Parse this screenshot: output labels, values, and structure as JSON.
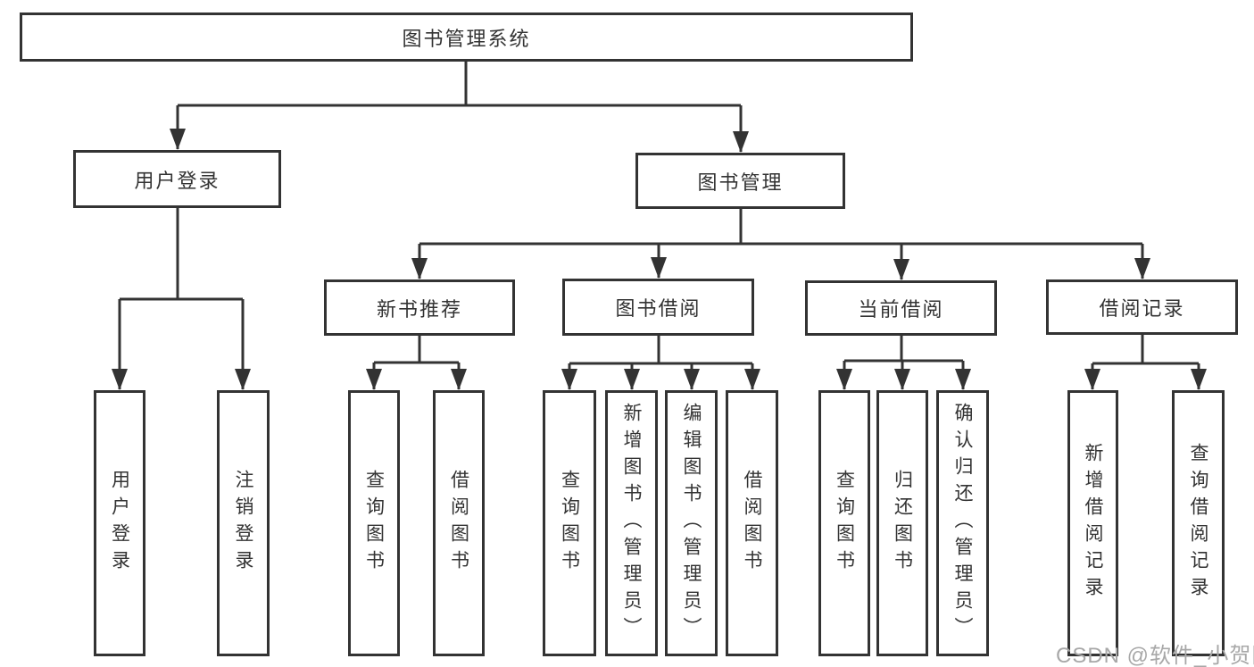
{
  "diagram": {
    "root": {
      "label": "图书管理系统"
    },
    "branches": [
      {
        "label": "用户登录",
        "children": [
          {
            "label": "用户登录"
          },
          {
            "label": "注销登录"
          }
        ]
      },
      {
        "label": "图书管理",
        "children": [
          {
            "label": "新书推荐",
            "children": [
              {
                "label": "查询图书"
              },
              {
                "label": "借阅图书"
              }
            ]
          },
          {
            "label": "图书借阅",
            "children": [
              {
                "label": "查询图书"
              },
              {
                "label": "新增图书（管理员）"
              },
              {
                "label": "编辑图书（管理员）"
              },
              {
                "label": "借阅图书"
              }
            ]
          },
          {
            "label": "当前借阅",
            "children": [
              {
                "label": "查询图书"
              },
              {
                "label": "归还图书"
              },
              {
                "label": "确认归还（管理员）"
              }
            ]
          },
          {
            "label": "借阅记录",
            "children": [
              {
                "label": "新增借阅记录"
              },
              {
                "label": "查询借阅记录"
              }
            ]
          }
        ]
      }
    ],
    "watermark": "CSDN @软件_小贺同学",
    "colors": {
      "line": "#333333",
      "text": "#333333",
      "watermark": "#a8a8a8",
      "background": "#ffffff"
    }
  }
}
